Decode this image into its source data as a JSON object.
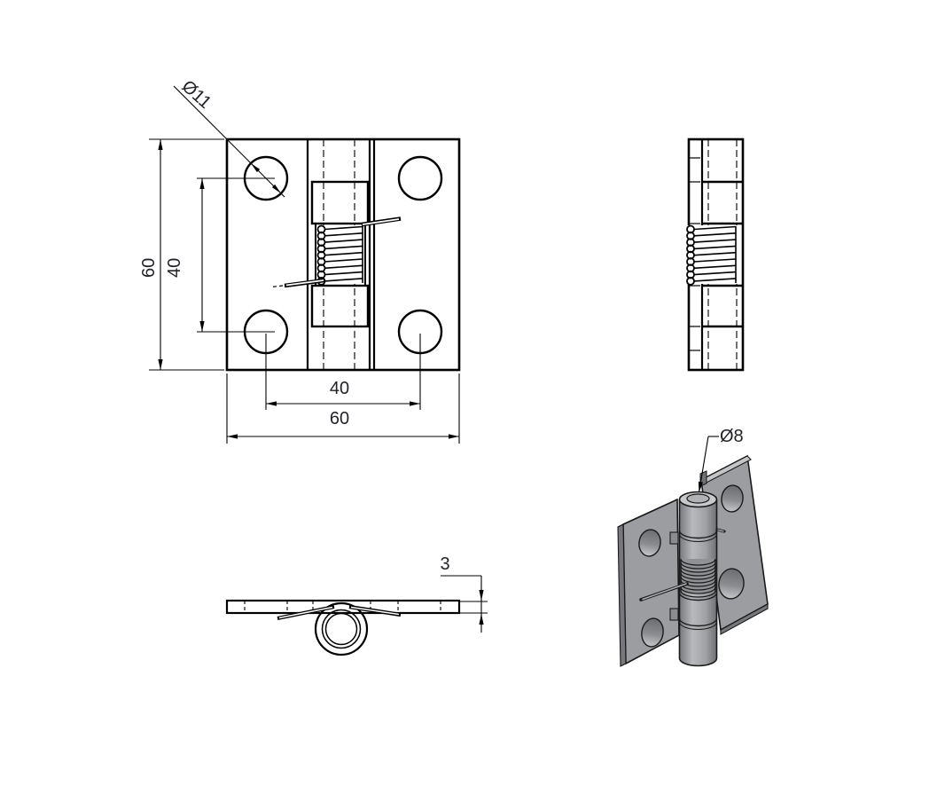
{
  "app": {
    "type": "CAD technical drawing",
    "part": "spring hinge, four-hole leaf plates with torsion spring",
    "background": "#ffffff"
  },
  "labels": {
    "front_hole_diameter": "Ø11",
    "front_height": "60",
    "front_hole_spacing_vertical": "40",
    "front_hole_spacing_horizontal": "40",
    "front_width": "60",
    "bottom_thickness": "3",
    "iso_pin_diameter": "Ø8"
  },
  "colors": {
    "line": "#000000",
    "dimension_text": "#232329",
    "metal_face": "#9B9DA0",
    "metal_edge_light": "#C3C5C7",
    "metal_edge_dark": "#76787B",
    "cylinder_mid": "#A8AAAD",
    "pin_top_cap": "#C7C9CB",
    "pin_top_inner": "#B0B2B5",
    "spring_body": "#8F9194",
    "background": "#ffffff"
  },
  "views": [
    {
      "id": "front-view",
      "description": "front orthographic view with hole pattern and spring"
    },
    {
      "id": "side-view",
      "description": "side orthographic view of hinge barrel"
    },
    {
      "id": "bottom-view",
      "description": "bottom orthographic view with coiled spring end"
    },
    {
      "id": "isometric-view",
      "description": "shaded isometric view of assembled hinge"
    }
  ]
}
